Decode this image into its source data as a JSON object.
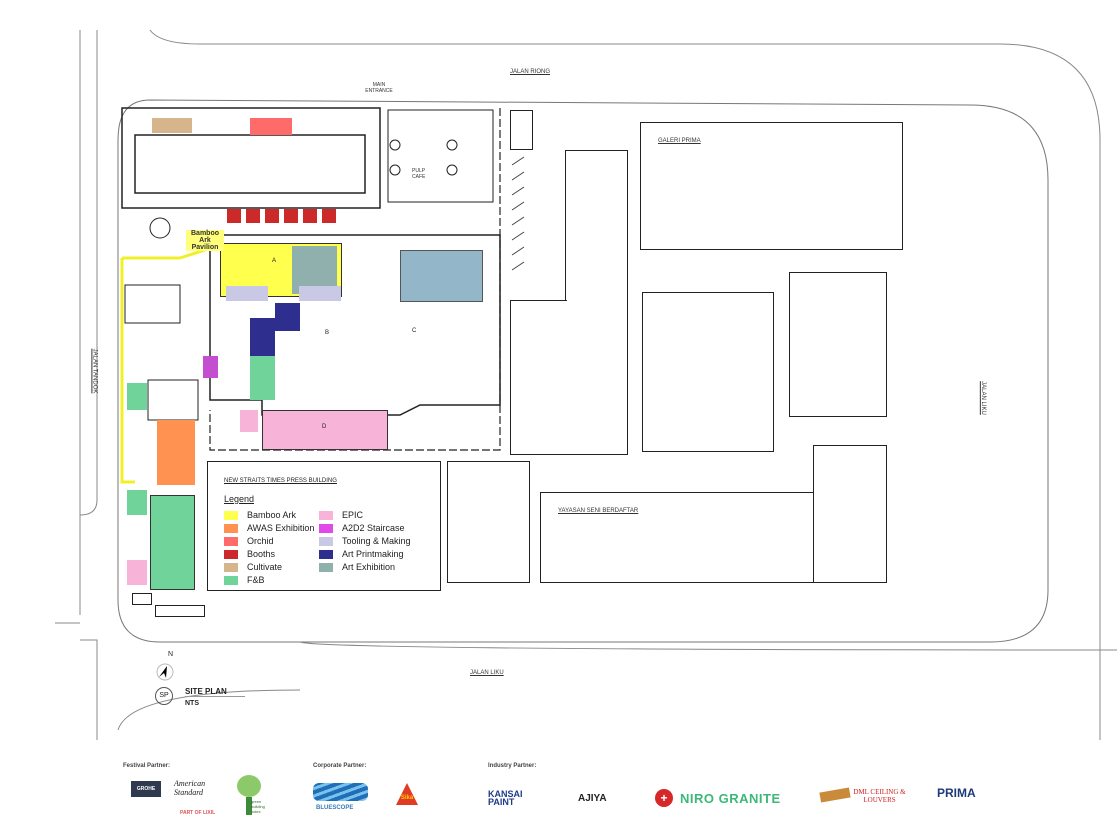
{
  "streets": {
    "jalan_riong": "JALAN RIONG",
    "jalan_tandok": "JALAN TANDOK",
    "jalan_liku_side": "JALAN LIKU",
    "jalan_liku_bottom": "JALAN LIKU"
  },
  "labels": {
    "main_entrance": "MAIN ENTRANCE",
    "galeri_prima": "GALERI PRIMA",
    "yayasan": "YAYASAN SENI BERDAFTAR",
    "pulp_cafe": "PULP CAFE",
    "bamboo_ark_pavilion": "Bamboo Ark Pavilion",
    "zone_a": "A",
    "zone_b": "B",
    "zone_c": "C",
    "zone_d": "D"
  },
  "legend": {
    "building": "NEW STRAITS TIMES PRESS BUILDING",
    "heading": "Legend",
    "items": [
      {
        "label": "Bamboo Ark",
        "color": "#ffff4d"
      },
      {
        "label": "AWAS Exhibition",
        "color": "#ff9250"
      },
      {
        "label": "Orchid",
        "color": "#ff6b6b"
      },
      {
        "label": "Booths",
        "color": "#cc2a2a"
      },
      {
        "label": "Cultivate",
        "color": "#d6b48c"
      },
      {
        "label": "F&B",
        "color": "#6fd39a"
      },
      {
        "label": "EPIC",
        "color": "#f7b3d8"
      },
      {
        "label": "A2D2 Staircase",
        "color": "#e04ae8"
      },
      {
        "label": "Tooling & Making",
        "color": "#c9c9e6"
      },
      {
        "label": "Art Printmaking",
        "color": "#2e2e8f"
      },
      {
        "label": "Art Exhibition",
        "color": "#8fb0ad"
      }
    ]
  },
  "site_plan": {
    "north": "N",
    "badge": "SP",
    "title": "SITE PLAN",
    "scale": "NTS"
  },
  "partners": {
    "festival_title": "Festival Partner:",
    "corporate_title": "Corporate Partner:",
    "industry_title": "Industry Partner:",
    "festival": [
      "GROHE",
      "American Standard",
      "PART OF LIXIL",
      "green building index"
    ],
    "corporate": [
      "BLUESCOPE",
      "Sika"
    ],
    "industry": [
      "KANSAI PAINT",
      "AJIYA",
      "NIRO GRANITE",
      "DML CEILING & LOUVERS",
      "PRIMA"
    ]
  },
  "colors": {
    "art_exhibition_blue": "#94b6c9"
  }
}
